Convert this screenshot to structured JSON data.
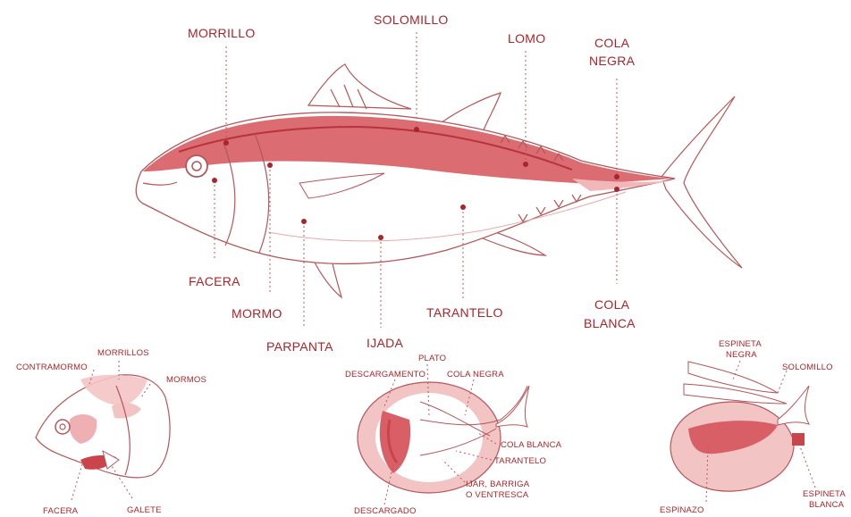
{
  "main_fish": {
    "labels": {
      "morrillo": "MORRILLO",
      "solomillo": "SOLOMILLO",
      "lomo": "LOMO",
      "cola_negra_1": "COLA",
      "cola_negra_2": "NEGRA",
      "facera": "FACERA",
      "mormo": "MORMO",
      "parpanta": "PARPANTA",
      "ijada": "IJADA",
      "tarantelo": "TARANTELO",
      "cola_blanca_1": "COLA",
      "cola_blanca_2": "BLANCA"
    }
  },
  "head_detail": {
    "labels": {
      "morrillos": "MORRILLOS",
      "contramormo": "CONTRAMORMO",
      "mormos": "MORMOS",
      "facera": "FACERA",
      "galete": "GALETE"
    }
  },
  "section_detail": {
    "labels": {
      "plato": "PLATO",
      "descargamento": "DESCARGAMENTO",
      "cola_negra": "COLA NEGRA",
      "cola_blanca": "COLA BLANCA",
      "tarantelo": "TARANTELO",
      "ijar_1": "IJAR, BARRIGA",
      "ijar_2": "O VENTRESCA",
      "descargado": "DESCARGADO"
    }
  },
  "spine_detail": {
    "labels": {
      "espineta_negra_1": "ESPINETA",
      "espineta_negra_2": "NEGRA",
      "solomillo": "SOLOMILLO",
      "espinazo": "ESPINAZO",
      "espineta_blanca_1": "ESPINETA",
      "espineta_blanca_2": "BLANCA"
    }
  },
  "colors": {
    "label": "#a8252b",
    "dark_fill": "#d85f66",
    "light_fill": "#f3c4c4",
    "outline": "#b4565a"
  }
}
